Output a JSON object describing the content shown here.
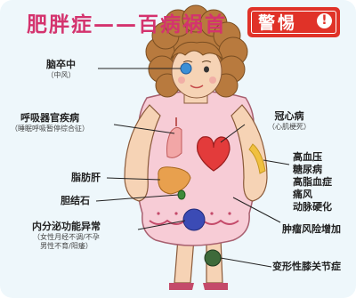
{
  "title": "肥胖症——百病祸首",
  "badge": {
    "text": "警惕",
    "icon": "!"
  },
  "labels": {
    "stroke": {
      "main": "脑卒中",
      "sub": "（中风）"
    },
    "respiratory": {
      "main": "呼吸器官疾病",
      "sub": "（睡眠呼吸暂停综合征）"
    },
    "fatty_liver": {
      "main": "脂肪肝"
    },
    "gallstone": {
      "main": "胆结石"
    },
    "endocrine": {
      "main": "内分泌功能异常",
      "sub1": "（女性月经不调/不孕",
      "sub2": "男性不育/阳痿）"
    },
    "chd": {
      "main": "冠心病",
      "sub": "（心肌梗死）"
    },
    "metabolic": {
      "line1": "高血压",
      "line2": "糖尿病",
      "line3": "高脂血症",
      "line4": "痛风",
      "line5": "动脉硬化"
    },
    "cancer": {
      "main": "肿瘤风险增加"
    },
    "knee": {
      "main": "变形性膝关节症"
    }
  },
  "colors": {
    "title": "#d4336e",
    "badge": "#e03228",
    "background": "#eef7fb",
    "dress": "#f7ccd6",
    "hair": "#b87a3e",
    "skin": "#f6d3b5",
    "heart": "#e33b3b",
    "liver": "#e8a04e",
    "lung": "#f2a6a6",
    "brain_dot": "#3a8fd6",
    "uterus": "#3b4bb5",
    "knee": "#3e6a3a",
    "vessel": "#f0c040"
  }
}
